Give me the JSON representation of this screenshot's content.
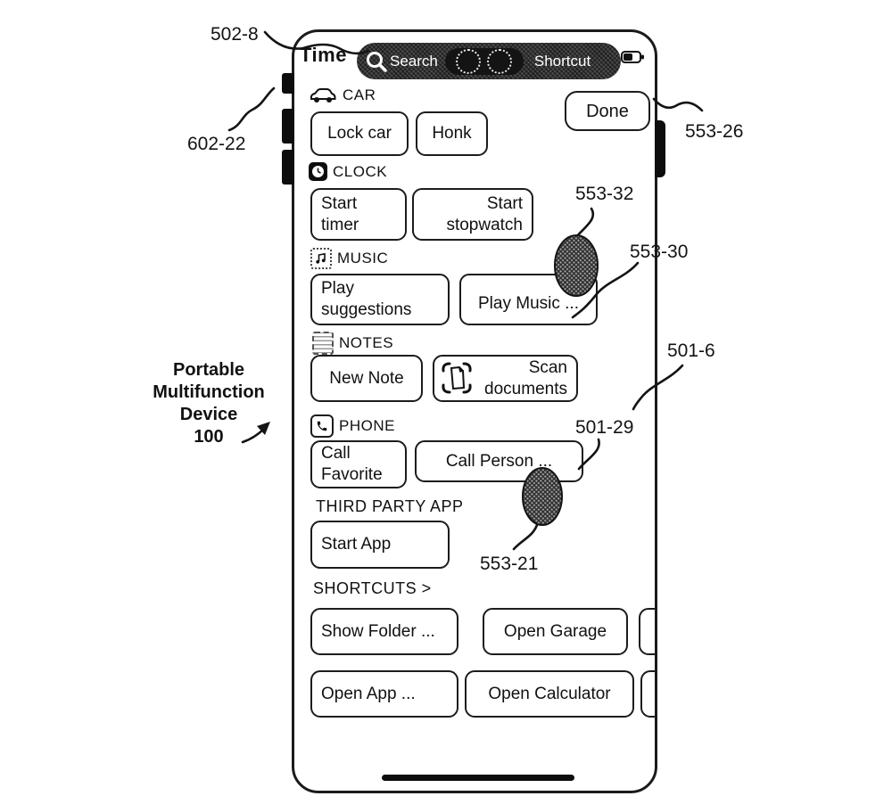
{
  "device": {
    "label": "Portable\nMultifunction\nDevice\n100"
  },
  "status_bar": {
    "time": "Time"
  },
  "search_bar": {
    "search_label": "Search",
    "shortcut_label": "Shortcut"
  },
  "done_button": {
    "label": "Done"
  },
  "sections": {
    "car": {
      "label": "CAR",
      "icon": "car-icon",
      "buttons": {
        "lock": "Lock car",
        "honk": "Honk"
      }
    },
    "clock": {
      "label": "CLOCK",
      "icon": "clock-icon",
      "buttons": {
        "timer": "Start\ntimer",
        "stopwatch": "Start\nstopwatch"
      }
    },
    "music": {
      "label": "MUSIC",
      "icon": "music-note-icon",
      "buttons": {
        "suggestions": "Play\nsuggestions",
        "play_music": "Play Music ..."
      }
    },
    "notes": {
      "label": "NOTES",
      "icon": "notes-icon",
      "buttons": {
        "new_note": "New Note",
        "scan": "Scan\ndocuments"
      }
    },
    "phone": {
      "label": "PHONE",
      "icon": "phone-icon",
      "buttons": {
        "call_favorite": "Call\nFavorite",
        "call_person": "Call Person ..."
      }
    },
    "third_party": {
      "label": "THIRD PARTY APP",
      "buttons": {
        "start_app": "Start App"
      }
    },
    "shortcuts": {
      "label": "SHORTCUTS >",
      "buttons": {
        "show_folder": "Show Folder ...",
        "open_garage": "Open Garage",
        "open_app": "Open App ...",
        "open_calculator": "Open Calculator"
      }
    }
  },
  "callouts": {
    "top_edge": "502-8",
    "side_buttons": "602-22",
    "power_button": "553-26",
    "touch_contact_music": "553-32",
    "play_music_button": "553-30",
    "right_edge": "501-6",
    "call_person_button": "501-29",
    "touch_contact_call": "553-21"
  },
  "colors": {
    "search_pill": "#4c4c4c",
    "shortcut_circle_pill": "#141414",
    "ink": "#1b1b1b"
  }
}
